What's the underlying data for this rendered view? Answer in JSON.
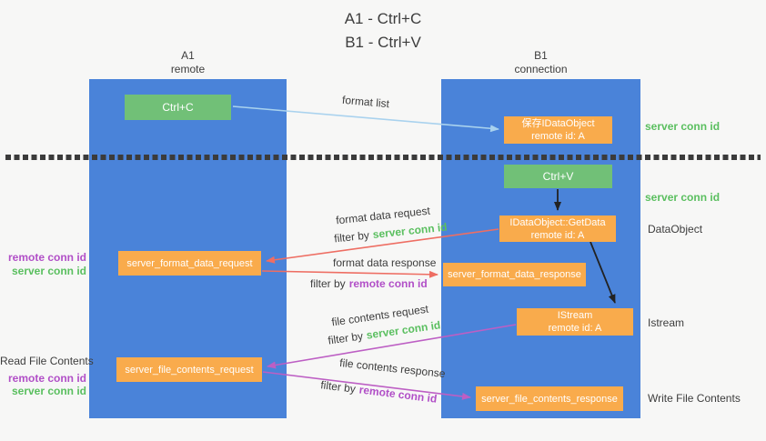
{
  "title": {
    "line1": "A1 - Ctrl+C",
    "line2": "B1 - Ctrl+V"
  },
  "lanes": {
    "a1": {
      "name": "A1",
      "subtitle": "remote"
    },
    "b1": {
      "name": "B1",
      "subtitle": "connection"
    }
  },
  "nodes": {
    "ctrl_c": "Ctrl+C",
    "ctrl_v": "Ctrl+V",
    "save_idataobject": {
      "line1": "保存IDataObject",
      "line2": "remote id: A"
    },
    "getdata": {
      "line1": "IDataObject::GetData",
      "line2": "remote id: A"
    },
    "istream": {
      "line1": "IStream",
      "line2": "remote id: A"
    },
    "format_request": "server_format_data_request",
    "format_response": "server_format_data_response",
    "file_request": "server_file_contents_request",
    "file_response": "server_file_contents_response"
  },
  "edge_labels": {
    "format_list": "format list",
    "format_data_request": "format data request",
    "format_data_response": "format data response",
    "file_contents_request": "file contents request",
    "file_contents_response": "file contents response",
    "filter_by": "filter by",
    "server_conn_id": "server conn id",
    "remote_conn_id": "remote conn id"
  },
  "side_labels": {
    "left": [
      {
        "text": "remote conn id",
        "color": "purple"
      },
      {
        "text": "server conn id",
        "color": "green"
      },
      {
        "text": "Read File Contents",
        "color": "dark"
      },
      {
        "text": "remote conn id",
        "color": "purple"
      },
      {
        "text": "server conn id",
        "color": "green"
      }
    ],
    "right": [
      {
        "text": "server conn id",
        "color": "green"
      },
      {
        "text": "server conn id",
        "color": "green"
      },
      {
        "text": "DataObject",
        "color": "dark"
      },
      {
        "text": "Istream",
        "color": "dark"
      },
      {
        "text": "Write File Contents",
        "color": "dark"
      }
    ]
  },
  "colors": {
    "bg": "#f7f7f6",
    "lane_blue": "#4a83d9",
    "node_green": "#71c077",
    "node_orange": "#f9ab4c",
    "arrow_blue": "#a9d2ee",
    "arrow_red": "#ee6e63",
    "arrow_purple": "#bd5fc4",
    "arrow_black": "#222222",
    "label_green": "#5abf5f",
    "label_purple": "#b14fc7",
    "text_dark": "#3d3d3d",
    "divider": "#3b3b3b"
  }
}
